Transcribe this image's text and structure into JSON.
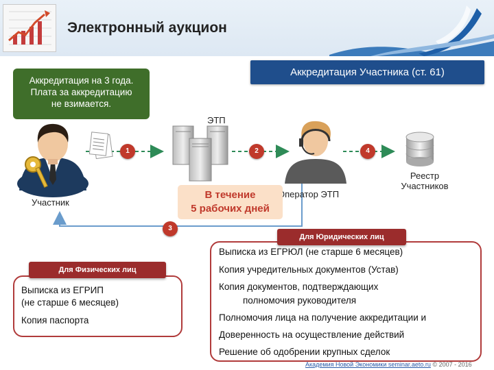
{
  "header": {
    "title": "Электронный аукцион"
  },
  "accreditation_note": {
    "line1": "Аккредитация на 3 года.",
    "line2": "Плата за аккредитацию",
    "line3": "не взимается."
  },
  "accreditation_title": "Аккредитация Участника (ст. 61)",
  "actors": {
    "participant": "Участник",
    "etp": "ЭТП",
    "operator": "Оператор ЭТП",
    "registry_line1": "Реестр",
    "registry_line2": "Участников"
  },
  "steps": {
    "s1": "1",
    "s2": "2",
    "s3": "3",
    "s4": "4"
  },
  "time_note": {
    "line1": "В течение",
    "line2": "5 рабочих дней"
  },
  "individuals": {
    "title": "Для Физических лиц",
    "items": [
      "Выписка из ЕГРИП",
      "(не старше 6 месяцев)",
      "Копия паспорта"
    ]
  },
  "legal_entities": {
    "title": "Для Юридических лиц",
    "items": [
      "Выписка из ЕГРЮЛ (не старше 6 месяцев)",
      "Копия учредительных документов (Устав)",
      "Копия документов, подтверждающих",
      "полномочия руководителя",
      "Полномочия лица на получение аккредитации и",
      "Доверенность на осуществление действий",
      "Решение об одобрении крупных сделок"
    ]
  },
  "footer": {
    "link": "Академия Новой Экономики seminar.aeto.ru",
    "copyright": "© 2007 - 2016"
  },
  "colors": {
    "accent_green": "#3f6e2a",
    "title_blue": "#1f4e8c",
    "step_red": "#c0392b",
    "frame_red": "#b03a3a",
    "arrow_green": "#2e8b57"
  }
}
